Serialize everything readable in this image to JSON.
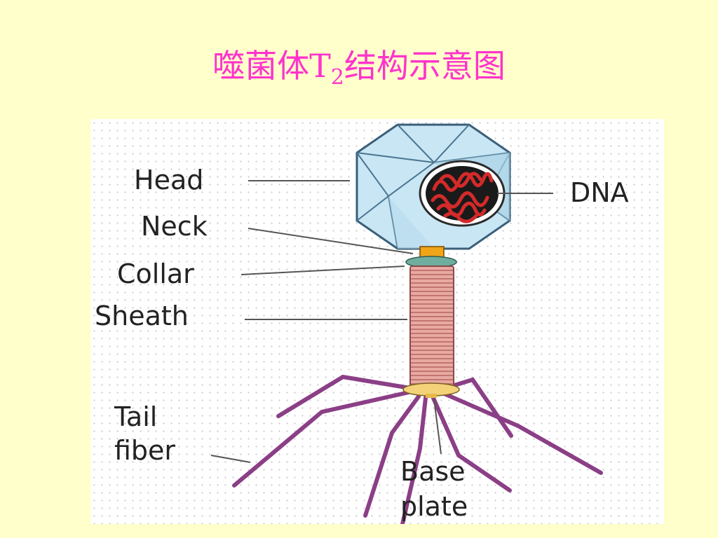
{
  "slide": {
    "title_main": "噬菌体T",
    "title_sub": "2",
    "title_end": "结构示意图"
  },
  "diagram": {
    "labels": {
      "head": "Head",
      "neck": "Neck",
      "collar": "Collar",
      "sheath": "Sheath",
      "tail_line1": "Tail",
      "tail_line2": "fiber",
      "dna": "DNA",
      "base_line1": "Base",
      "base_line2": "plate"
    }
  },
  "colors": {
    "title": "#ff33cc",
    "background": "#ffffcc",
    "capsid": "#c9e6f4",
    "capsid_edge": "#3a5f7a",
    "dna": "#d42a2a",
    "sheath": "#e8a9a2",
    "collar": "#6fae9e",
    "neck": "#f0a418",
    "tail_fiber": "#8b3f86"
  }
}
